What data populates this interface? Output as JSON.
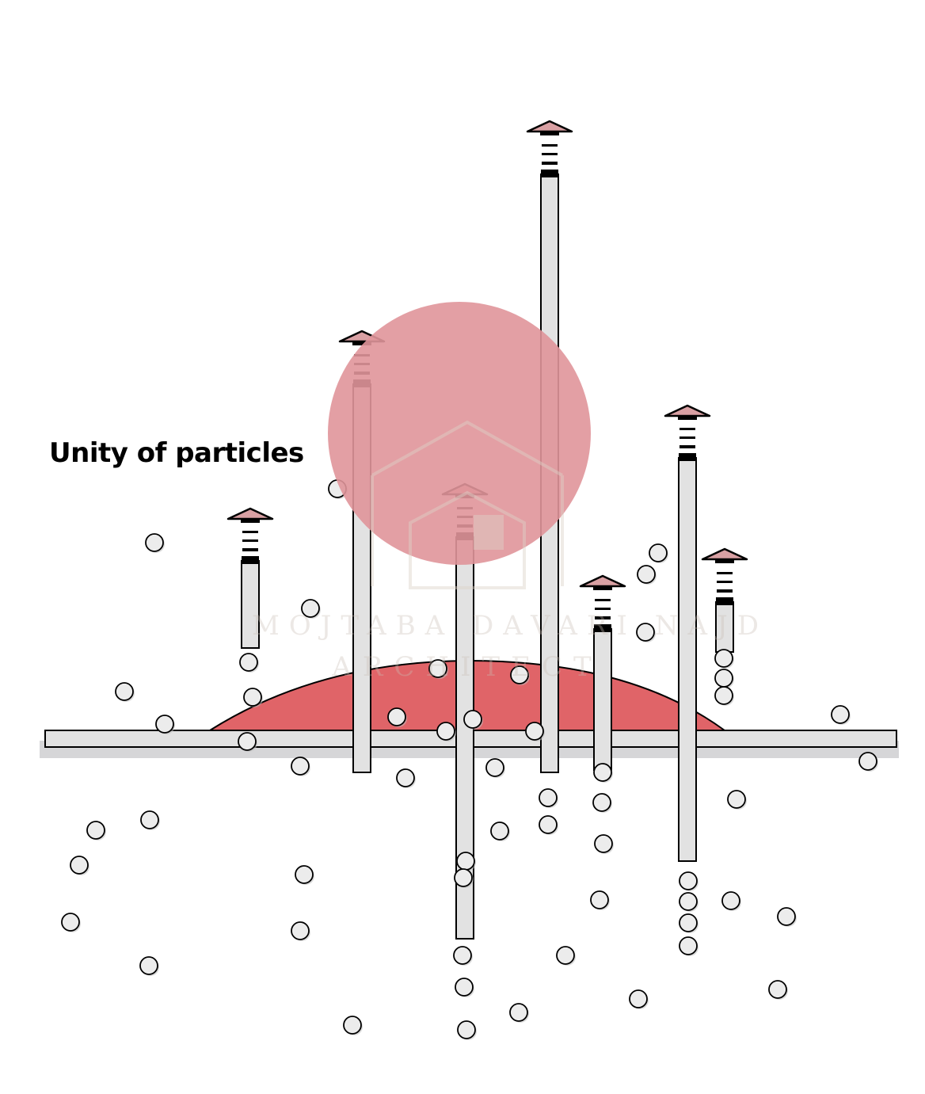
{
  "title": "Unity of particles",
  "watermark": {
    "line1": "MOJTABA DAVARI NAJD",
    "line2": "ARCHITECT"
  },
  "colors": {
    "circle": "#e0959a",
    "mound": "#e06468",
    "bar": "#e2e2e2",
    "stroke": "#000000"
  },
  "icons": [
    "up-arrow-icon"
  ]
}
